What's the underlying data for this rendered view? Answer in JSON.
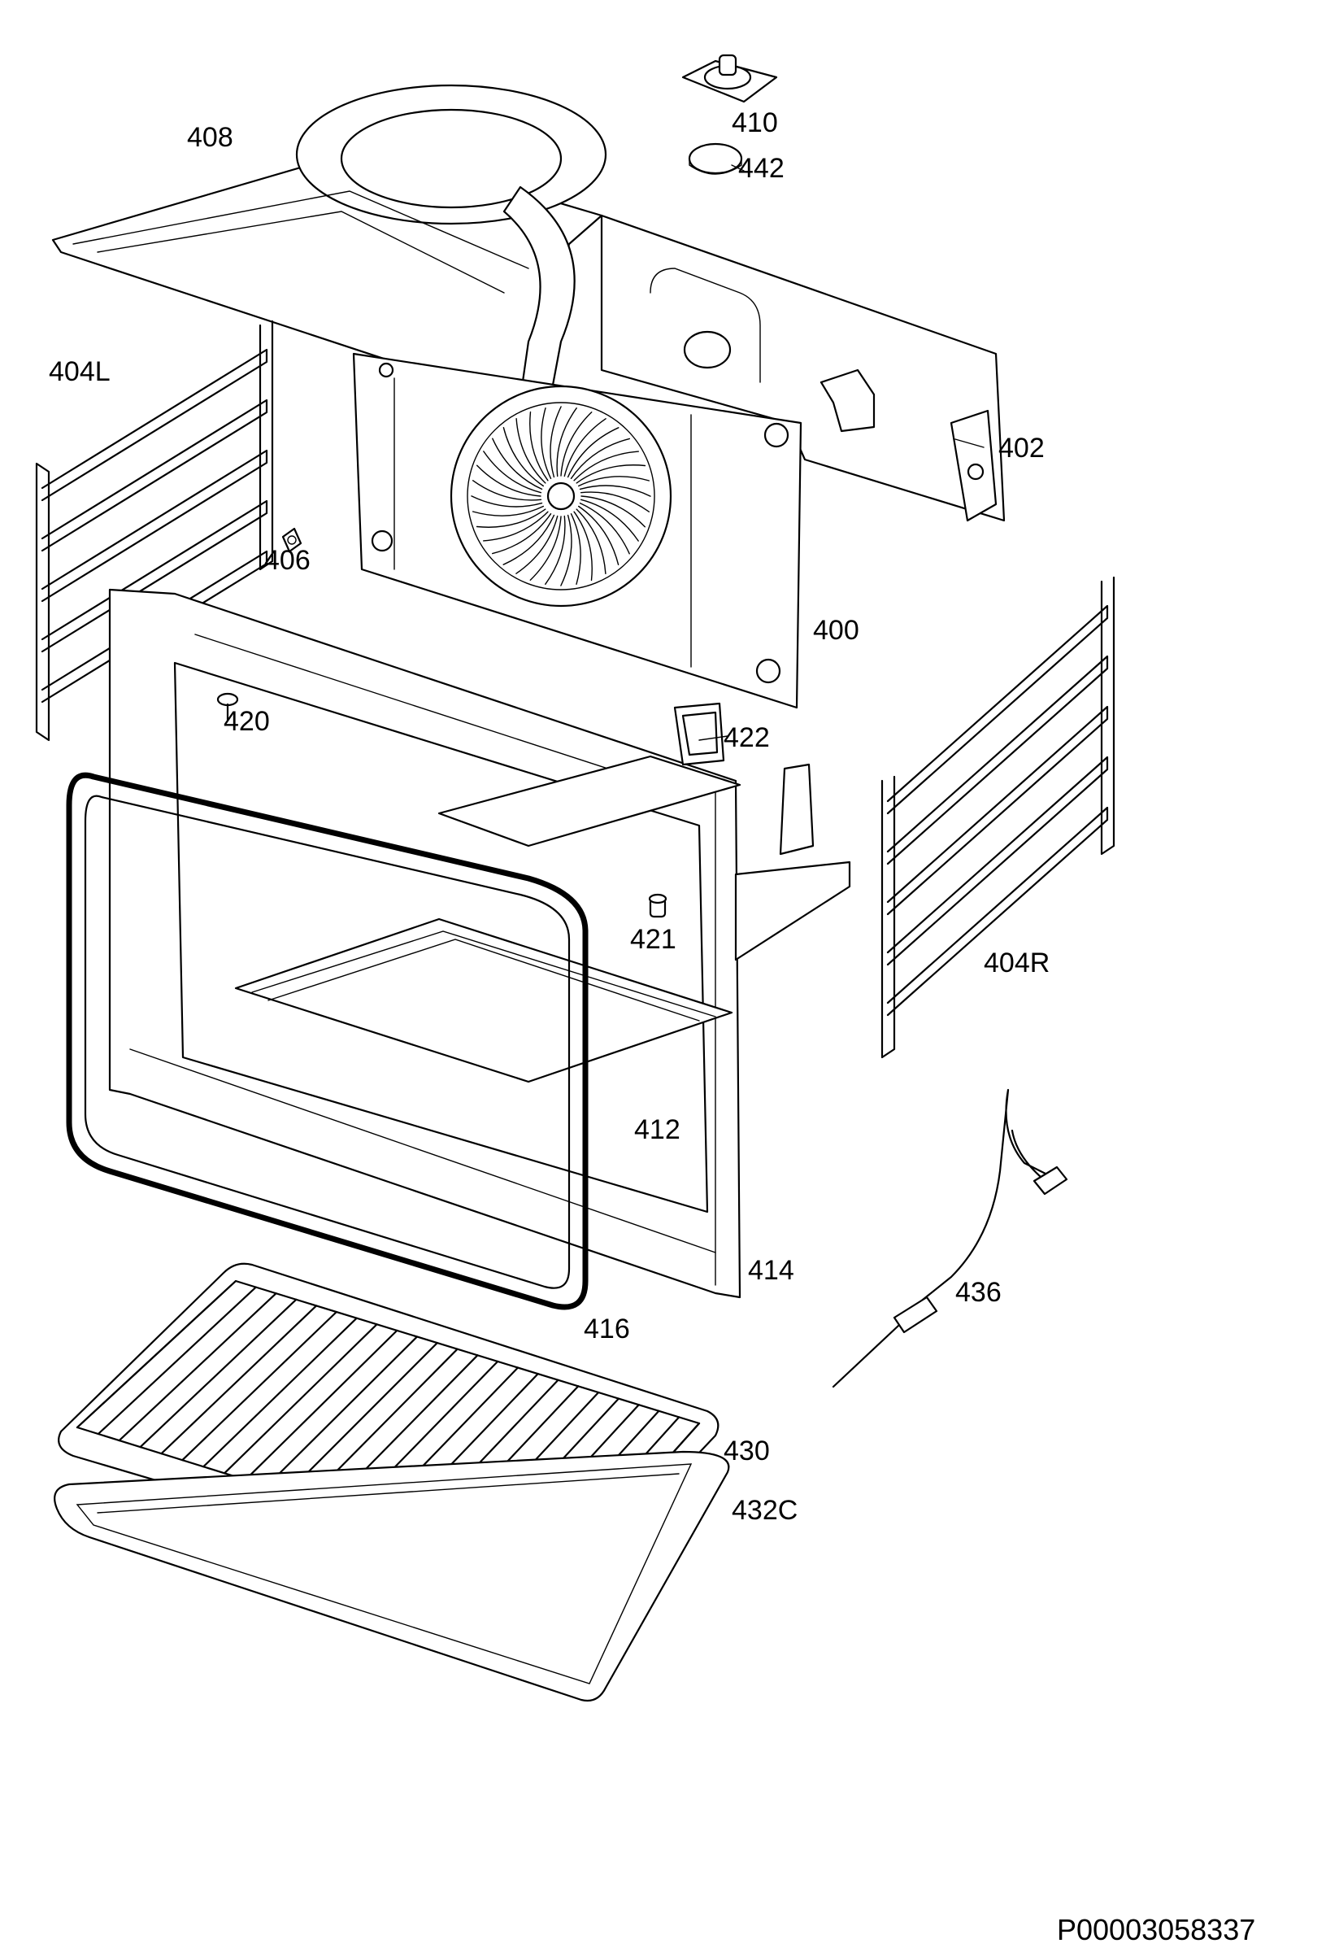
{
  "parts": [
    {
      "id": "408",
      "label": "408"
    },
    {
      "id": "410",
      "label": "410"
    },
    {
      "id": "442",
      "label": "442"
    },
    {
      "id": "404L",
      "label": "404L"
    },
    {
      "id": "402",
      "label": "402"
    },
    {
      "id": "406",
      "label": "406"
    },
    {
      "id": "400",
      "label": "400"
    },
    {
      "id": "420",
      "label": "420"
    },
    {
      "id": "422",
      "label": "422"
    },
    {
      "id": "421",
      "label": "421"
    },
    {
      "id": "404R",
      "label": "404R"
    },
    {
      "id": "412",
      "label": "412"
    },
    {
      "id": "414",
      "label": "414"
    },
    {
      "id": "416",
      "label": "416"
    },
    {
      "id": "436",
      "label": "436"
    },
    {
      "id": "430",
      "label": "430"
    },
    {
      "id": "432C",
      "label": "432C"
    }
  ],
  "reference_code": "P00003058337"
}
